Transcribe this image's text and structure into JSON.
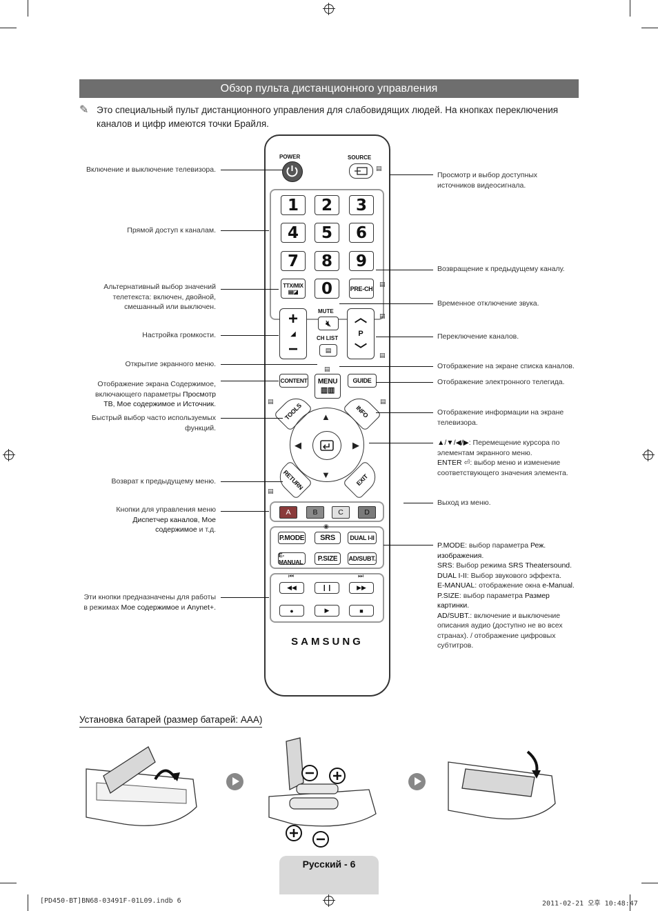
{
  "page": {
    "title": "Обзор пульта дистанционного управления",
    "note": "Это специальный пульт дистанционного управления для слабовидящих людей. На кнопках переключения каналов и цифр имеются точки Брайля.",
    "note_icon": "pencil-note-icon"
  },
  "remote": {
    "power_label": "POWER",
    "source_label": "SOURCE",
    "digits": [
      "1",
      "2",
      "3",
      "4",
      "5",
      "6",
      "7",
      "8",
      "9"
    ],
    "zero": "0",
    "ttx_label": "TTX/MIX",
    "prech_label": "PRE-CH",
    "mute_label": "MUTE",
    "vol_plus": "+",
    "vol_minus": "−",
    "ch_label": "P",
    "chlist_label": "CH LIST",
    "content_label": "CONTENT",
    "menu_label": "MENU",
    "guide_label": "GUIDE",
    "tools_label": "TOOLS",
    "info_label": "INFO",
    "return_label": "RETURN",
    "exit_label": "EXIT",
    "color_keys": [
      "A",
      "B",
      "C",
      "D"
    ],
    "pmode_label": "P.MODE",
    "srs_label": "SRS",
    "dual_label": "DUAL I-II",
    "emanual_label": "E-MANUAL",
    "psize_label": "P.SIZE",
    "adsubt_label": "AD/SUBT.",
    "brand": "SAMSUNG"
  },
  "labels_left": {
    "power": "Включение и выключение телевизора.",
    "digits": "Прямой доступ к каналам.",
    "ttx": "Альтернативный выбор значений телетекста: включен, двойной, смешанный или выключен.",
    "volume": "Настройка громкости.",
    "menu": "Открытие экранного меню.",
    "content_a": "Отображение экрана Содержимое, включающего параметры",
    "content_b": "Просмотр ТВ",
    "content_c": ",",
    "content_d": "Мое содержимое",
    "content_e": "и",
    "content_f": "Источник",
    "content_g": ".",
    "tools": "Быстрый выбор часто используемых функций.",
    "return": "Возврат к предыдущему меню.",
    "color_a": "Кнопки для управления меню",
    "color_b": "Диспетчер каналов",
    "color_c": ",",
    "color_d": "Мое содержимое",
    "color_e": "и т.д.",
    "media_a": "Эти кнопки предназначены для работы в режимах",
    "media_b": "Мое содержимое",
    "media_c": "и",
    "media_d": "Anynet+",
    "media_e": "."
  },
  "labels_right": {
    "source": "Просмотр и выбор доступных источников видеосигнала.",
    "prech": "Возвращение к предыдущему каналу.",
    "mute": "Временное отключение звука.",
    "channel": "Переключение каналов.",
    "chlist": "Отображение на экране списка каналов.",
    "guide": "Отображение электронного телегида.",
    "info": "Отображение информации на экране телевизора.",
    "nav_a": "▲/▼/◀/▶",
    "nav_b": ": Перемещение курсора по элементам экранного меню.",
    "nav_c": "ENTER",
    "nav_d": ": выбор меню и изменение соответствующего значения элемента.",
    "exit": "Выход из меню.",
    "func_pmode_key": "P.MODE",
    "func_pmode_a": ": выбор параметра",
    "func_pmode_b": "Реж. изображения",
    "func_srs_key": "SRS",
    "func_srs_a": ": Выбор режима",
    "func_srs_b": "SRS Theatersound",
    "func_dual_key": "DUAL I-II",
    "func_dual_a": ": Выбор звукового эффекта.",
    "func_eman_key": "E-MANUAL",
    "func_eman_a": ": отображение окна",
    "func_eman_b": "e-Manual",
    "func_psize_key": "P.SIZE",
    "func_psize_a": ": выбор параметра",
    "func_psize_b": "Размер картинки",
    "func_ad_key": "AD/SUBT.",
    "func_ad_a": ": включение и выключение описания аудио (доступно не во всех странах). / отображение цифровых субтитров."
  },
  "battery": {
    "heading": "Установка батарей (размер батарей: AAA)"
  },
  "footer": {
    "page_label": "Русский - 6",
    "file_info": "[PD450-BT]BN68-03491F-01L09.indb   6",
    "timestamp": "2011-02-21   오후 10:48:47"
  }
}
